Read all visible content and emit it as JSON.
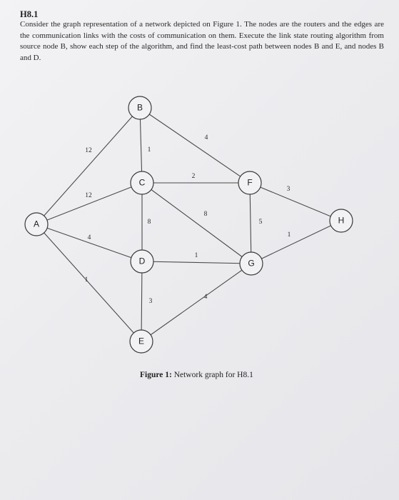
{
  "problem": {
    "heading": "H8.1",
    "text": "Consider the graph representation of a network depicted on Figure 1. The nodes are the routers and the edges are the communication links with the costs of communication on them. Execute the link state routing algorithm from source node B, show each step of the algorithm, and find the least-cost path between nodes B and E, and nodes B and D."
  },
  "figure": {
    "caption_label": "Figure 1:",
    "caption_text": " Network graph for H8.1",
    "nodes": [
      "A",
      "B",
      "C",
      "D",
      "E",
      "F",
      "G",
      "H"
    ],
    "edges": [
      {
        "from": "A",
        "to": "B",
        "cost": "12"
      },
      {
        "from": "A",
        "to": "C",
        "cost": "12"
      },
      {
        "from": "A",
        "to": "D",
        "cost": "4"
      },
      {
        "from": "A",
        "to": "E",
        "cost": "1"
      },
      {
        "from": "B",
        "to": "C",
        "cost": "1"
      },
      {
        "from": "B",
        "to": "F",
        "cost": "4"
      },
      {
        "from": "C",
        "to": "F",
        "cost": "2"
      },
      {
        "from": "C",
        "to": "D",
        "cost": "8"
      },
      {
        "from": "C",
        "to": "G",
        "cost": "8"
      },
      {
        "from": "F",
        "to": "G",
        "cost": "5"
      },
      {
        "from": "F",
        "to": "H",
        "cost": "3"
      },
      {
        "from": "G",
        "to": "H",
        "cost": "1"
      },
      {
        "from": "D",
        "to": "G",
        "cost": "1"
      },
      {
        "from": "D",
        "to": "E",
        "cost": "3"
      },
      {
        "from": "E",
        "to": "G",
        "cost": "4"
      }
    ]
  }
}
